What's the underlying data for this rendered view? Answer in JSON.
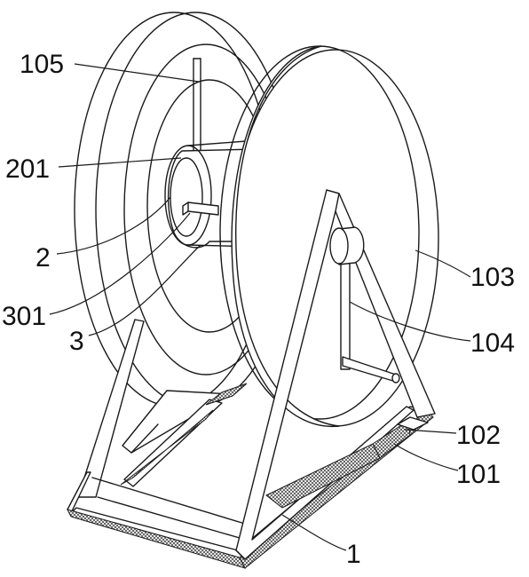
{
  "labels": {
    "l105": "105",
    "l201": "201",
    "l2": "2",
    "l301": "301",
    "l3": "3",
    "l103": "103",
    "l104": "104",
    "l102": "102",
    "l101": "101",
    "l1": "1"
  }
}
